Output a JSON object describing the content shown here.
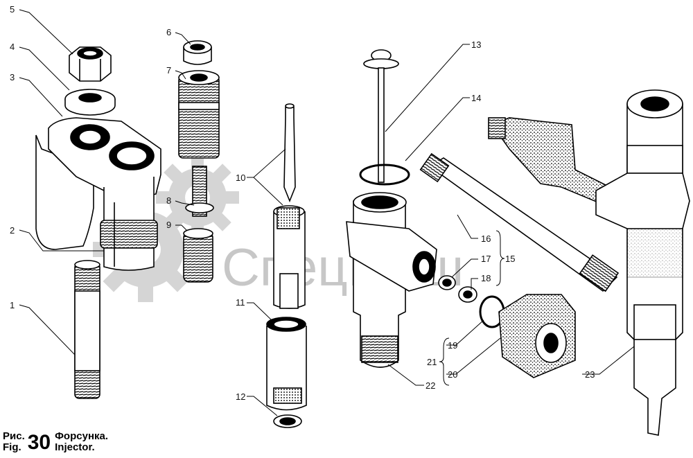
{
  "caption": {
    "prefix_ru": "Рис.",
    "prefix_en": "Fig.",
    "number": "30",
    "title_ru": "Форсунка.",
    "title_en": "Injector."
  },
  "watermark": {
    "text": "СпецМаш",
    "icon": "gear-icon"
  },
  "callouts": {
    "c1": "1",
    "c2": "2",
    "c3": "3",
    "c4": "4",
    "c5": "5",
    "c6": "6",
    "c7": "7",
    "c8": "8",
    "c9": "9",
    "c10": "10",
    "c11": "11",
    "c12": "12",
    "c13": "13",
    "c14": "14",
    "c15": "15",
    "c16": "16",
    "c17": "17",
    "c18": "18",
    "c19": "19",
    "c20": "20",
    "c21": "21",
    "c22": "22",
    "c23": "23"
  }
}
